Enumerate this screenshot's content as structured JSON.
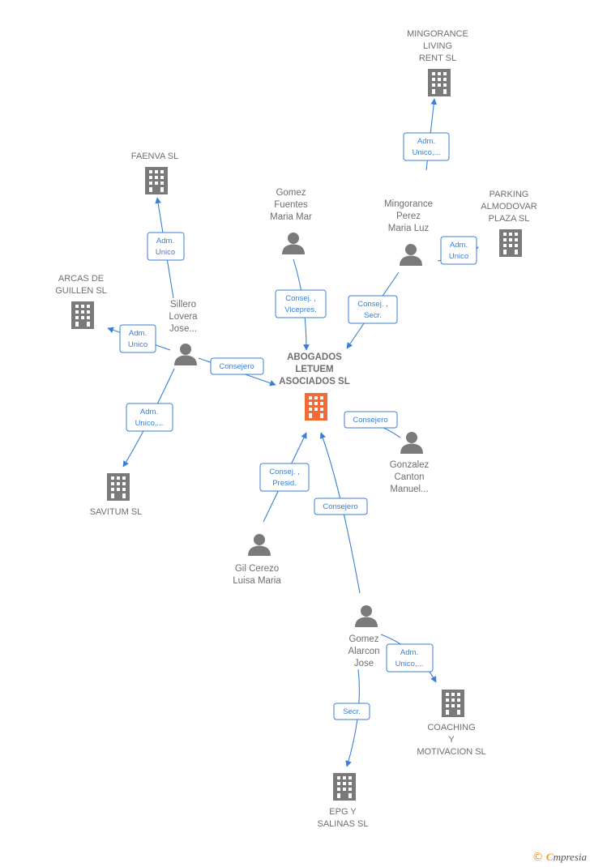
{
  "colors": {
    "edge": "#3a7fd5",
    "node_gray": "#7a7a7a",
    "node_main": "#f26a35",
    "brand": "#f7941d"
  },
  "center": {
    "lines": [
      "ABOGADOS",
      "LETUEM",
      "ASOCIADOS SL"
    ],
    "icon": "building-icon"
  },
  "companies": [
    {
      "id": "mingorance-living",
      "lines": [
        "MINGORANCE",
        "LIVING",
        "RENT  SL"
      ],
      "icon": "building-icon"
    },
    {
      "id": "faenva",
      "lines": [
        "FAENVA  SL"
      ],
      "icon": "building-icon"
    },
    {
      "id": "parking-almodovar",
      "lines": [
        "PARKING",
        "ALMODOVAR",
        "PLAZA  SL"
      ],
      "icon": "building-icon"
    },
    {
      "id": "arcas-guillen",
      "lines": [
        "ARCAS DE",
        "GUILLEN  SL"
      ],
      "icon": "building-icon"
    },
    {
      "id": "savitum",
      "lines": [
        "SAVITUM SL"
      ],
      "icon": "building-icon"
    },
    {
      "id": "coaching",
      "lines": [
        "COACHING",
        "Y",
        "MOTIVACION SL"
      ],
      "icon": "building-icon"
    },
    {
      "id": "epg-salinas",
      "lines": [
        "EPG Y",
        "SALINAS SL"
      ],
      "icon": "building-icon"
    }
  ],
  "people": [
    {
      "id": "gomez-fuentes",
      "lines": [
        "Gomez",
        "Fuentes",
        "Maria Mar"
      ],
      "icon": "person-icon"
    },
    {
      "id": "mingorance-perez",
      "lines": [
        "Mingorance",
        "Perez",
        "Maria Luz"
      ],
      "icon": "person-icon"
    },
    {
      "id": "sillero-lovera",
      "lines": [
        "Sillero",
        "Lovera",
        "Jose..."
      ],
      "icon": "person-icon"
    },
    {
      "id": "gonzalez-canton",
      "lines": [
        "Gonzalez",
        "Canton",
        "Manuel..."
      ],
      "icon": "person-icon"
    },
    {
      "id": "gil-cerezo",
      "lines": [
        "Gil Cerezo",
        "Luisa Maria"
      ],
      "icon": "person-icon"
    },
    {
      "id": "gomez-alarcon",
      "lines": [
        "Gomez",
        "Alarcon",
        "Jose"
      ],
      "icon": "person-icon"
    }
  ],
  "relations": [
    {
      "id": "rel-mp-living",
      "lines": [
        "Adm.",
        "Unico,..."
      ]
    },
    {
      "id": "rel-sillero-faenva",
      "lines": [
        "Adm.",
        "Unico"
      ]
    },
    {
      "id": "rel-mp-parking",
      "lines": [
        "Adm.",
        "Unico"
      ]
    },
    {
      "id": "rel-sillero-arcas",
      "lines": [
        "Adm.",
        "Unico"
      ]
    },
    {
      "id": "rel-gf-center",
      "lines": [
        "Consej. ,",
        "Vicepres."
      ]
    },
    {
      "id": "rel-mp-center",
      "lines": [
        "Consej. ,",
        "Secr."
      ]
    },
    {
      "id": "rel-sillero-center",
      "lines": [
        "Consejero"
      ]
    },
    {
      "id": "rel-gc-center",
      "lines": [
        "Consejero"
      ]
    },
    {
      "id": "rel-sillero-savitum",
      "lines": [
        "Adm.",
        "Unico,..."
      ]
    },
    {
      "id": "rel-gil-center",
      "lines": [
        "Consej. ,",
        "Presid."
      ]
    },
    {
      "id": "rel-ga-center",
      "lines": [
        "Consejero"
      ]
    },
    {
      "id": "rel-ga-coaching",
      "lines": [
        "Adm.",
        "Unico,..."
      ]
    },
    {
      "id": "rel-ga-epg",
      "lines": [
        "Secr."
      ]
    }
  ],
  "footer": {
    "copyright": "©",
    "brand_initial": "C",
    "brand_rest": "mpresia"
  }
}
